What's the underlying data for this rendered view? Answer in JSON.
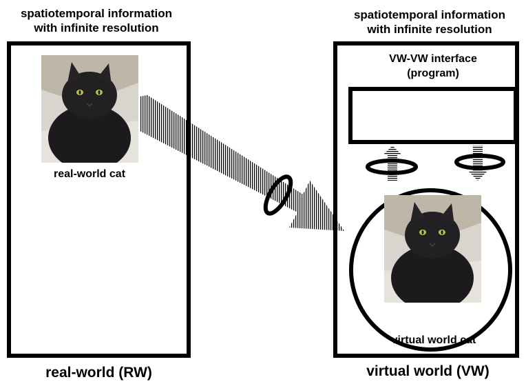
{
  "real_world": {
    "top_label_line1": "spatiotemporal information",
    "top_label_line2": "with infinite resolution",
    "cat_label": "real-world cat",
    "bottom_label": "real-world (RW)"
  },
  "virtual_world": {
    "top_label_line1": "spatiotemporal information",
    "top_label_line2": "with infinite resolution",
    "interface_label_line1": "VW-VW interface",
    "interface_label_line2": "(program)",
    "cat_label": "virtual world cat",
    "bottom_label": "virtual world (VW)"
  },
  "icons": {
    "transfer_arrow": "hatched-arrow-icon",
    "filter_ring": "ellipse-ring-icon",
    "up_arrow": "hatched-up-arrow-icon",
    "down_arrow": "hatched-down-arrow-icon",
    "cat_photo": "black-cat-photo"
  },
  "colors": {
    "line": "#000000",
    "background": "#ffffff"
  }
}
